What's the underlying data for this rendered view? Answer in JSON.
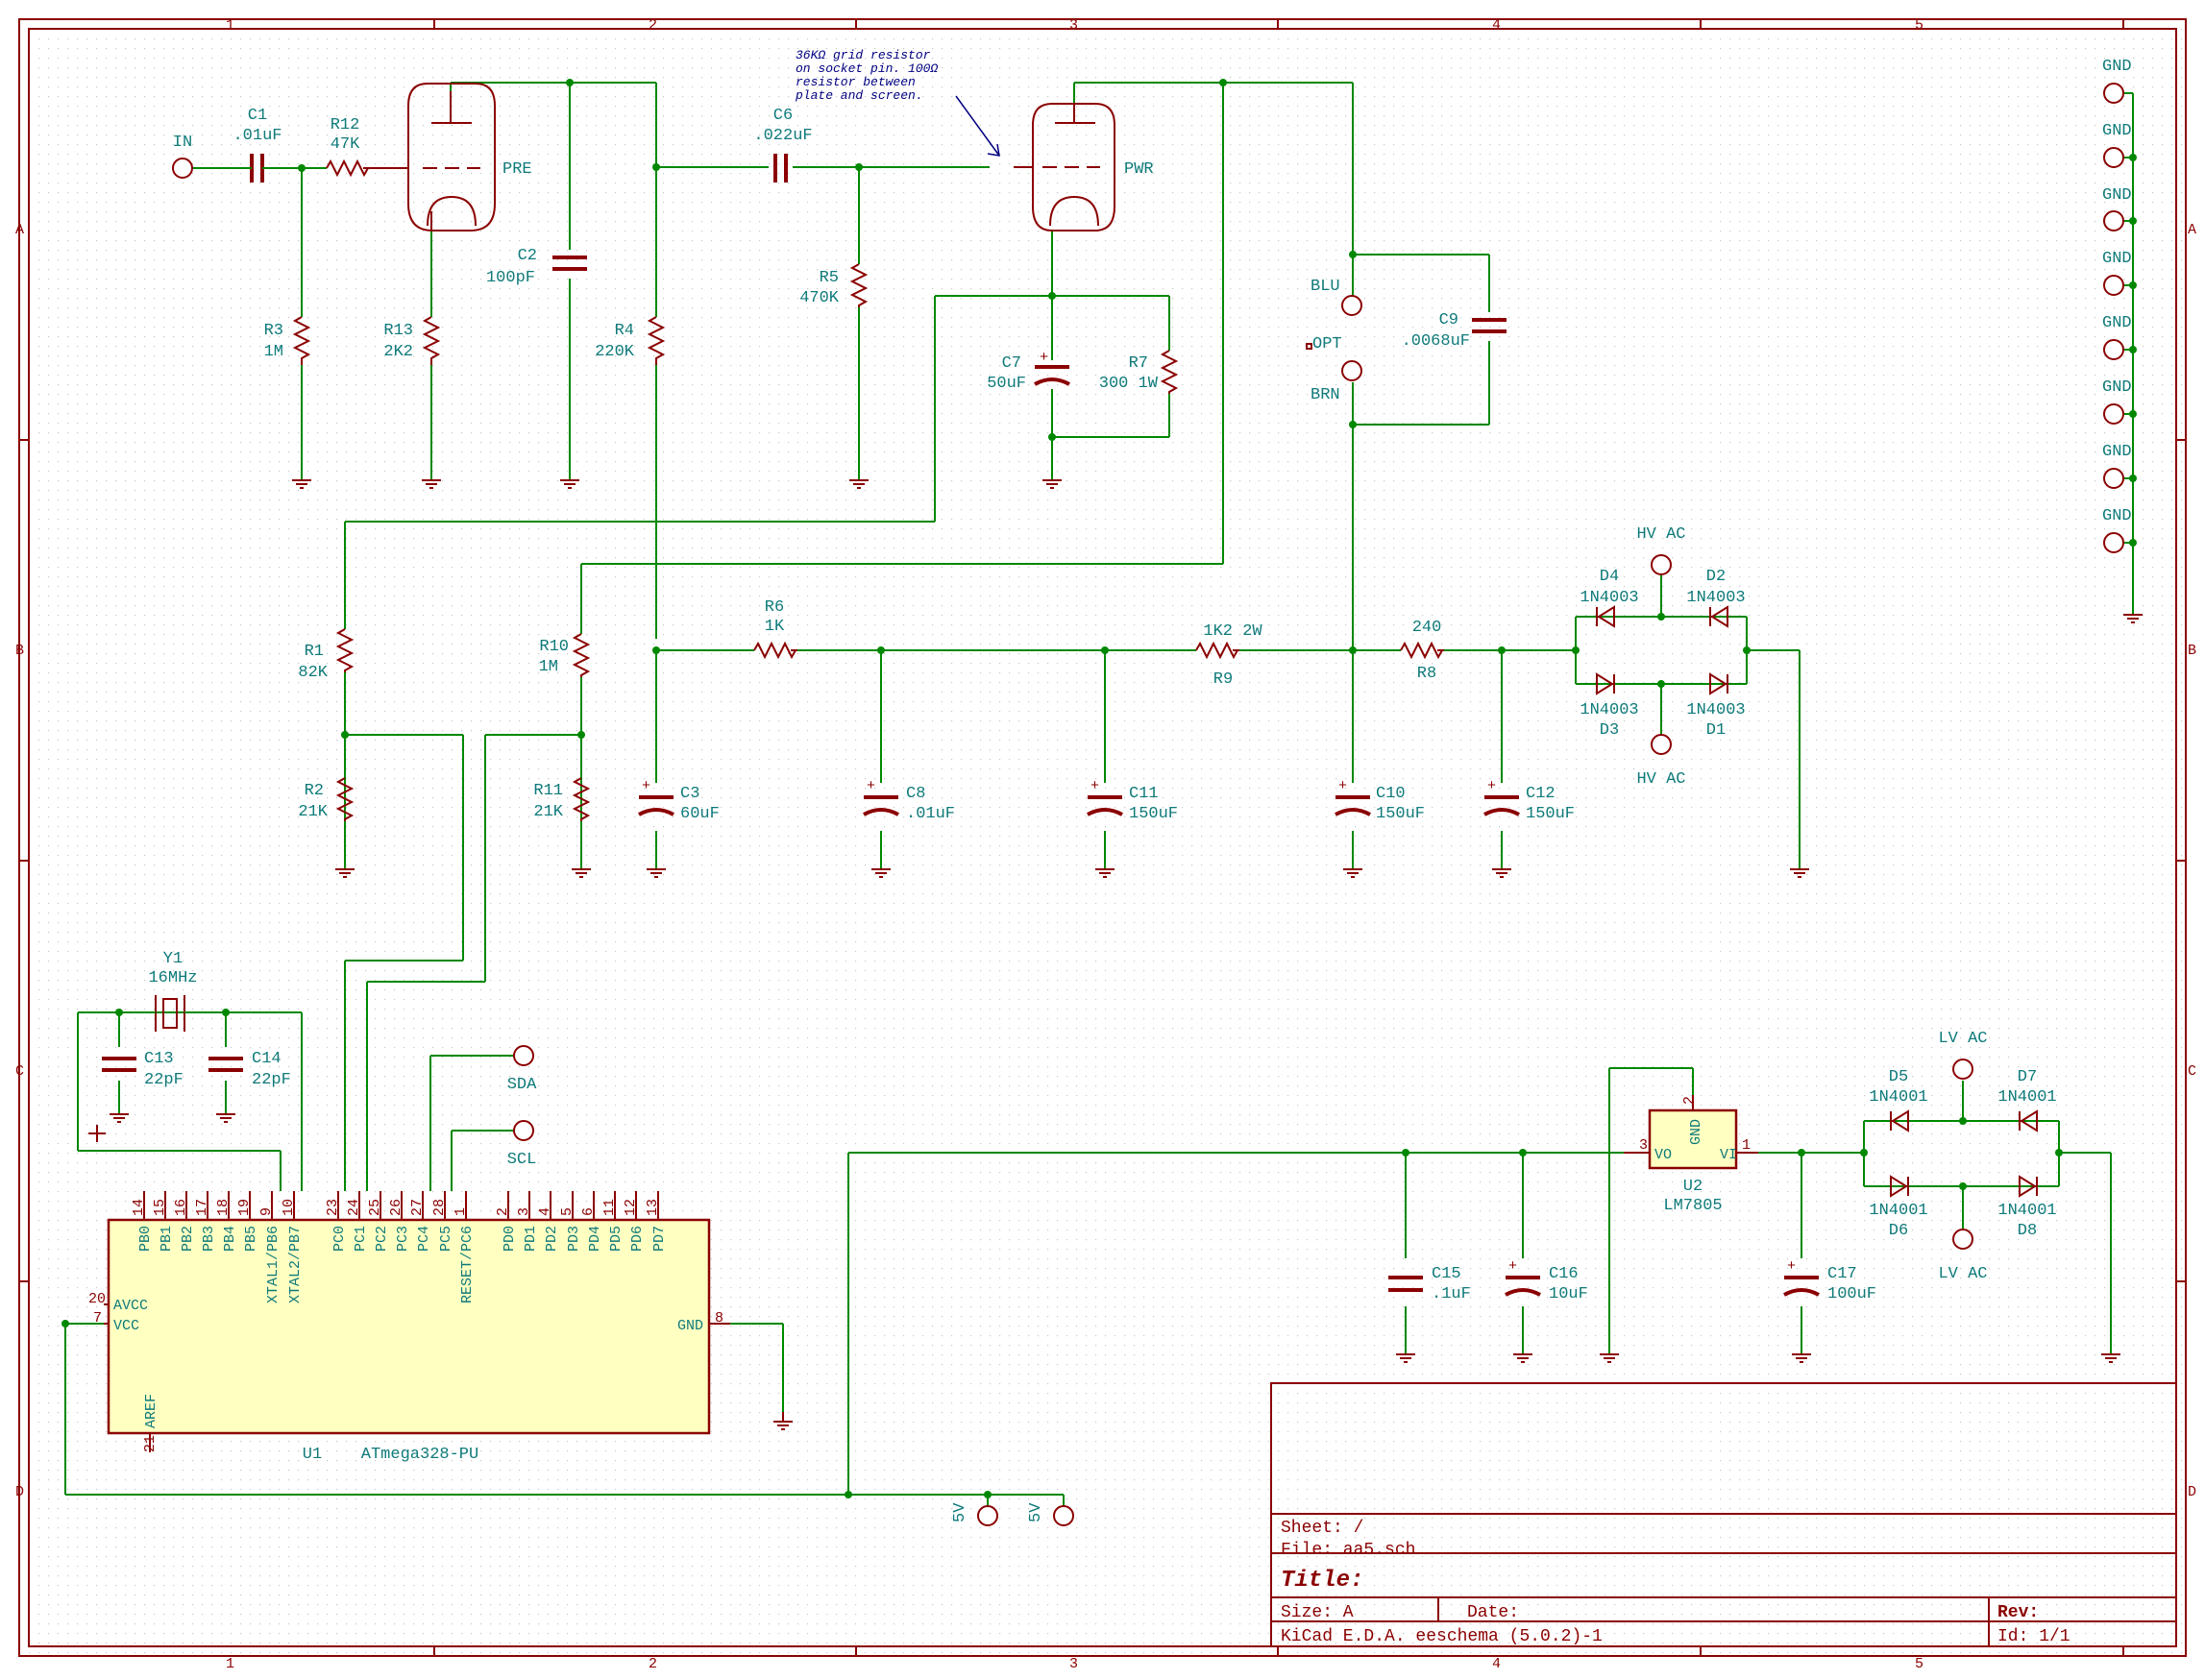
{
  "frame": {
    "columns": [
      "1",
      "2",
      "3",
      "4",
      "5"
    ],
    "rows": [
      "A",
      "B",
      "C",
      "D"
    ]
  },
  "note": [
    "36KΩ grid resistor",
    "on socket pin. 100Ω",
    "resistor between",
    "plate and screen."
  ],
  "tubes": {
    "pre": "PRE",
    "pwr": "PWR"
  },
  "ports": {
    "in": "IN",
    "sda": "SDA",
    "scl": "SCL",
    "fivev": "5V",
    "hvac": "HV AC",
    "lvac": "LV AC",
    "blu": "BLU",
    "brn": "BRN",
    "opt": "OPT",
    "gnd": "GND"
  },
  "parts": {
    "c1": {
      "ref": "C1",
      "val": ".01uF"
    },
    "r12": {
      "ref": "R12",
      "val": "47K"
    },
    "r3": {
      "ref": "R3",
      "val": "1M"
    },
    "r13": {
      "ref": "R13",
      "val": "2K2"
    },
    "c2": {
      "ref": "C2",
      "val": "100pF"
    },
    "r4": {
      "ref": "R4",
      "val": "220K"
    },
    "c6": {
      "ref": "C6",
      "val": ".022uF"
    },
    "r5": {
      "ref": "R5",
      "val": "470K"
    },
    "c7": {
      "ref": "C7",
      "val": "50uF"
    },
    "r7": {
      "ref": "R7",
      "val": "300 1W"
    },
    "c9": {
      "ref": "C9",
      "val": ".0068uF"
    },
    "r1": {
      "ref": "R1",
      "val": "82K"
    },
    "r2": {
      "ref": "R2",
      "val": "21K"
    },
    "r10": {
      "ref": "R10",
      "val": "1M"
    },
    "r11": {
      "ref": "R11",
      "val": "21K"
    },
    "c3": {
      "ref": "C3",
      "val": "60uF"
    },
    "r6": {
      "ref": "R6",
      "val": "1K"
    },
    "c8": {
      "ref": "C8",
      "val": ".01uF"
    },
    "c11": {
      "ref": "C11",
      "val": "150uF"
    },
    "r9": {
      "ref": "R9",
      "val": "1K2 2W"
    },
    "c10": {
      "ref": "C10",
      "val": "150uF"
    },
    "r8": {
      "ref": "R8",
      "val": "240"
    },
    "c12": {
      "ref": "C12",
      "val": "150uF"
    },
    "d4": {
      "ref": "D4",
      "val": "1N4003"
    },
    "d2": {
      "ref": "D2",
      "val": "1N4003"
    },
    "d3": {
      "ref": "D3",
      "val": "1N4003"
    },
    "d1": {
      "ref": "D1",
      "val": "1N4003"
    },
    "y1": {
      "ref": "Y1",
      "val": "16MHz"
    },
    "c13": {
      "ref": "C13",
      "val": "22pF"
    },
    "c14": {
      "ref": "C14",
      "val": "22pF"
    },
    "u1": {
      "ref": "U1",
      "val": "ATmega328-PU"
    },
    "u2": {
      "ref": "U2",
      "val": "LM7805"
    },
    "c15": {
      "ref": "C15",
      "val": ".1uF"
    },
    "c16": {
      "ref": "C16",
      "val": "10uF"
    },
    "c17": {
      "ref": "C17",
      "val": "100uF"
    },
    "d5": {
      "ref": "D5",
      "val": "1N4001"
    },
    "d7": {
      "ref": "D7",
      "val": "1N4001"
    },
    "d6": {
      "ref": "D6",
      "val": "1N4001"
    },
    "d8": {
      "ref": "D8",
      "val": "1N4001"
    }
  },
  "u1_top_pins": [
    {
      "num": "14",
      "name": "PB0"
    },
    {
      "num": "15",
      "name": "PB1"
    },
    {
      "num": "16",
      "name": "PB2"
    },
    {
      "num": "17",
      "name": "PB3"
    },
    {
      "num": "18",
      "name": "PB4"
    },
    {
      "num": "19",
      "name": "PB5"
    },
    {
      "num": "9",
      "name": "XTAL1/PB6"
    },
    {
      "num": "10",
      "name": "XTAL2/PB7"
    },
    {
      "num": "23",
      "name": "PC0"
    },
    {
      "num": "24",
      "name": "PC1"
    },
    {
      "num": "25",
      "name": "PC2"
    },
    {
      "num": "26",
      "name": "PC3"
    },
    {
      "num": "27",
      "name": "PC4"
    },
    {
      "num": "28",
      "name": "PC5"
    },
    {
      "num": "1",
      "name": "RESET/PC6"
    },
    {
      "num": "2",
      "name": "PD0"
    },
    {
      "num": "3",
      "name": "PD1"
    },
    {
      "num": "4",
      "name": "PD2"
    },
    {
      "num": "5",
      "name": "PD3"
    },
    {
      "num": "6",
      "name": "PD4"
    },
    {
      "num": "11",
      "name": "PD5"
    },
    {
      "num": "12",
      "name": "PD6"
    },
    {
      "num": "13",
      "name": "PD7"
    }
  ],
  "u1_side_pins": {
    "avcc": {
      "num": "20",
      "name": "AVCC"
    },
    "vcc": {
      "num": "7",
      "name": "VCC"
    },
    "gnd": {
      "num": "8",
      "name": "GND"
    },
    "aref": {
      "num": "21",
      "name": "AREF"
    }
  },
  "u2_pins": {
    "vo": {
      "num": "3",
      "name": "VO"
    },
    "vi": {
      "num": "1",
      "name": "VI"
    },
    "gnd": {
      "num": "2",
      "name": "GND"
    }
  },
  "title_block": {
    "sheet": "Sheet: /",
    "file": "File: aa5.sch",
    "title": "Title:",
    "size": "Size: A",
    "date": "Date:",
    "rev": "Rev:",
    "tool": "KiCad E.D.A.  eeschema (5.0.2)-1",
    "id": "Id: 1/1"
  },
  "colors": {
    "wire": "#008800",
    "component": "#8b0000",
    "text": "#0f7a7a",
    "ic_fill": "#ffffc2"
  }
}
